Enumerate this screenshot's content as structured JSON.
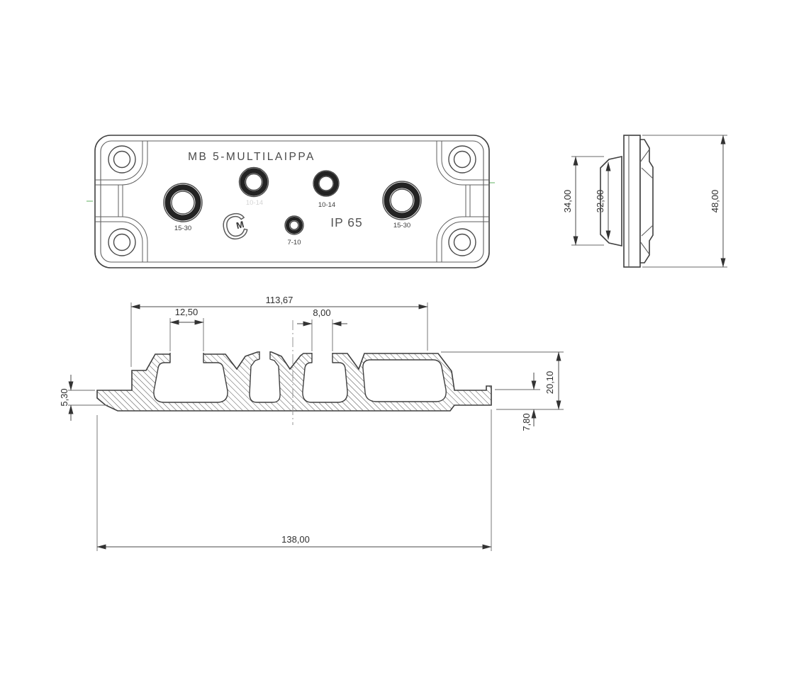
{
  "front": {
    "title": "MB 5-MULTILAIPPA",
    "ip_rating": "IP 65",
    "logo_c": "C",
    "logo_m": "M",
    "grommet_left_big": "15-30",
    "grommet_mid_left": "10-14",
    "grommet_mid_right": "10-14",
    "grommet_small": "7-10",
    "grommet_right_big": "15-30"
  },
  "side": {
    "height_outer": "34,00",
    "height_inner": "32,00",
    "height_total": "48,00"
  },
  "section": {
    "width_top": "113,67",
    "neck_left": "12,50",
    "neck_mid": "8,00",
    "flange_left_thickness": "5,30",
    "profile_height": "20,10",
    "flange_right_thickness": "7,80",
    "width_total": "138,00"
  },
  "colors": {
    "line": "#3f3f3f",
    "ring": "#232323",
    "centerline_green": "#96cb96",
    "hatch": "#4a4a4a",
    "dimension": "#2f2f2f"
  }
}
